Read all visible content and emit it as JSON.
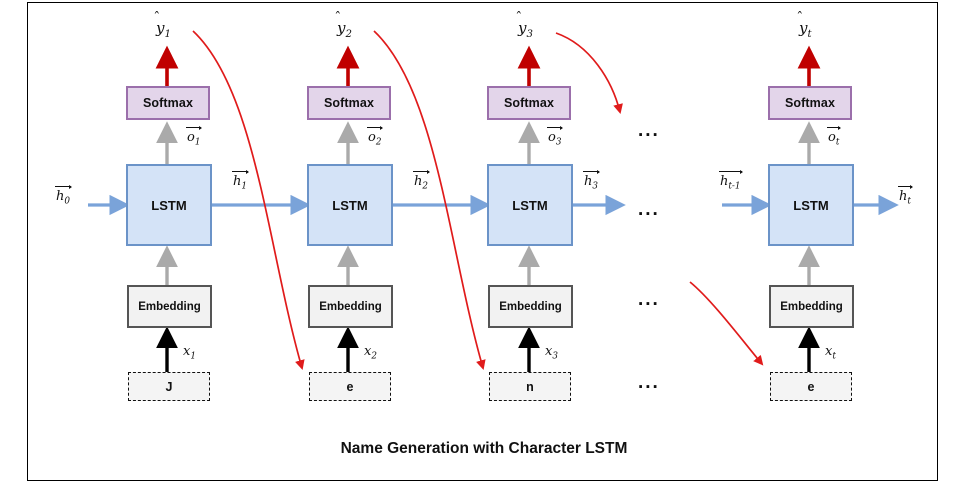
{
  "figure": {
    "caption": "Name Generation with Character LSTM",
    "border_color": "#000000",
    "background": "#ffffff"
  },
  "colors": {
    "softmax_fill": "#e3d5ea",
    "softmax_border": "#9b6fab",
    "lstm_fill": "#d4e3f7",
    "lstm_border": "#6b93c8",
    "embedding_fill": "#f2f2f2",
    "embedding_border": "#555555",
    "char_fill": "#f4f4f4",
    "char_border": "#111111",
    "output_arrow": "#c00000",
    "hidden_arrow": "#7aa3d9",
    "internal_arrow": "#aaaaaa",
    "input_arrow": "#000000",
    "feedback_arrow": "#e01b1b"
  },
  "initial_state": {
    "label_base": "h",
    "label_sub": "0"
  },
  "final_state": {
    "label_base": "h",
    "label_sub": "t"
  },
  "timesteps": [
    {
      "index": "1",
      "output_label_base": "y",
      "output_label_sub": "1",
      "softmax_label": "Softmax",
      "o_label_base": "o",
      "o_label_sub": "1",
      "lstm_label": "LSTM",
      "h_label_base": "h",
      "h_label_sub": "1",
      "embedding_label": "Embedding",
      "x_label_base": "x",
      "x_label_sub": "1",
      "character": "J"
    },
    {
      "index": "2",
      "output_label_base": "y",
      "output_label_sub": "2",
      "softmax_label": "Softmax",
      "o_label_base": "o",
      "o_label_sub": "2",
      "lstm_label": "LSTM",
      "h_label_base": "h",
      "h_label_sub": "2",
      "embedding_label": "Embedding",
      "x_label_base": "x",
      "x_label_sub": "2",
      "character": "e"
    },
    {
      "index": "3",
      "output_label_base": "y",
      "output_label_sub": "3",
      "softmax_label": "Softmax",
      "o_label_base": "o",
      "o_label_sub": "3",
      "lstm_label": "LSTM",
      "h_label_base": "h",
      "h_label_sub": "3",
      "embedding_label": "Embedding",
      "x_label_base": "x",
      "x_label_sub": "3",
      "character": "n"
    },
    {
      "index": "t",
      "output_label_base": "y",
      "output_label_sub": "t",
      "softmax_label": "Softmax",
      "o_label_base": "o",
      "o_label_sub": "t",
      "lstm_label": "LSTM",
      "h_label_base": "h",
      "h_label_sub": "t-1",
      "embedding_label": "Embedding",
      "x_label_base": "x",
      "x_label_sub": "t",
      "character": "e"
    }
  ],
  "ellipses": {
    "glyph": "...",
    "rows": [
      "softmax-row",
      "lstm-row",
      "embedding-row",
      "character-row"
    ]
  }
}
